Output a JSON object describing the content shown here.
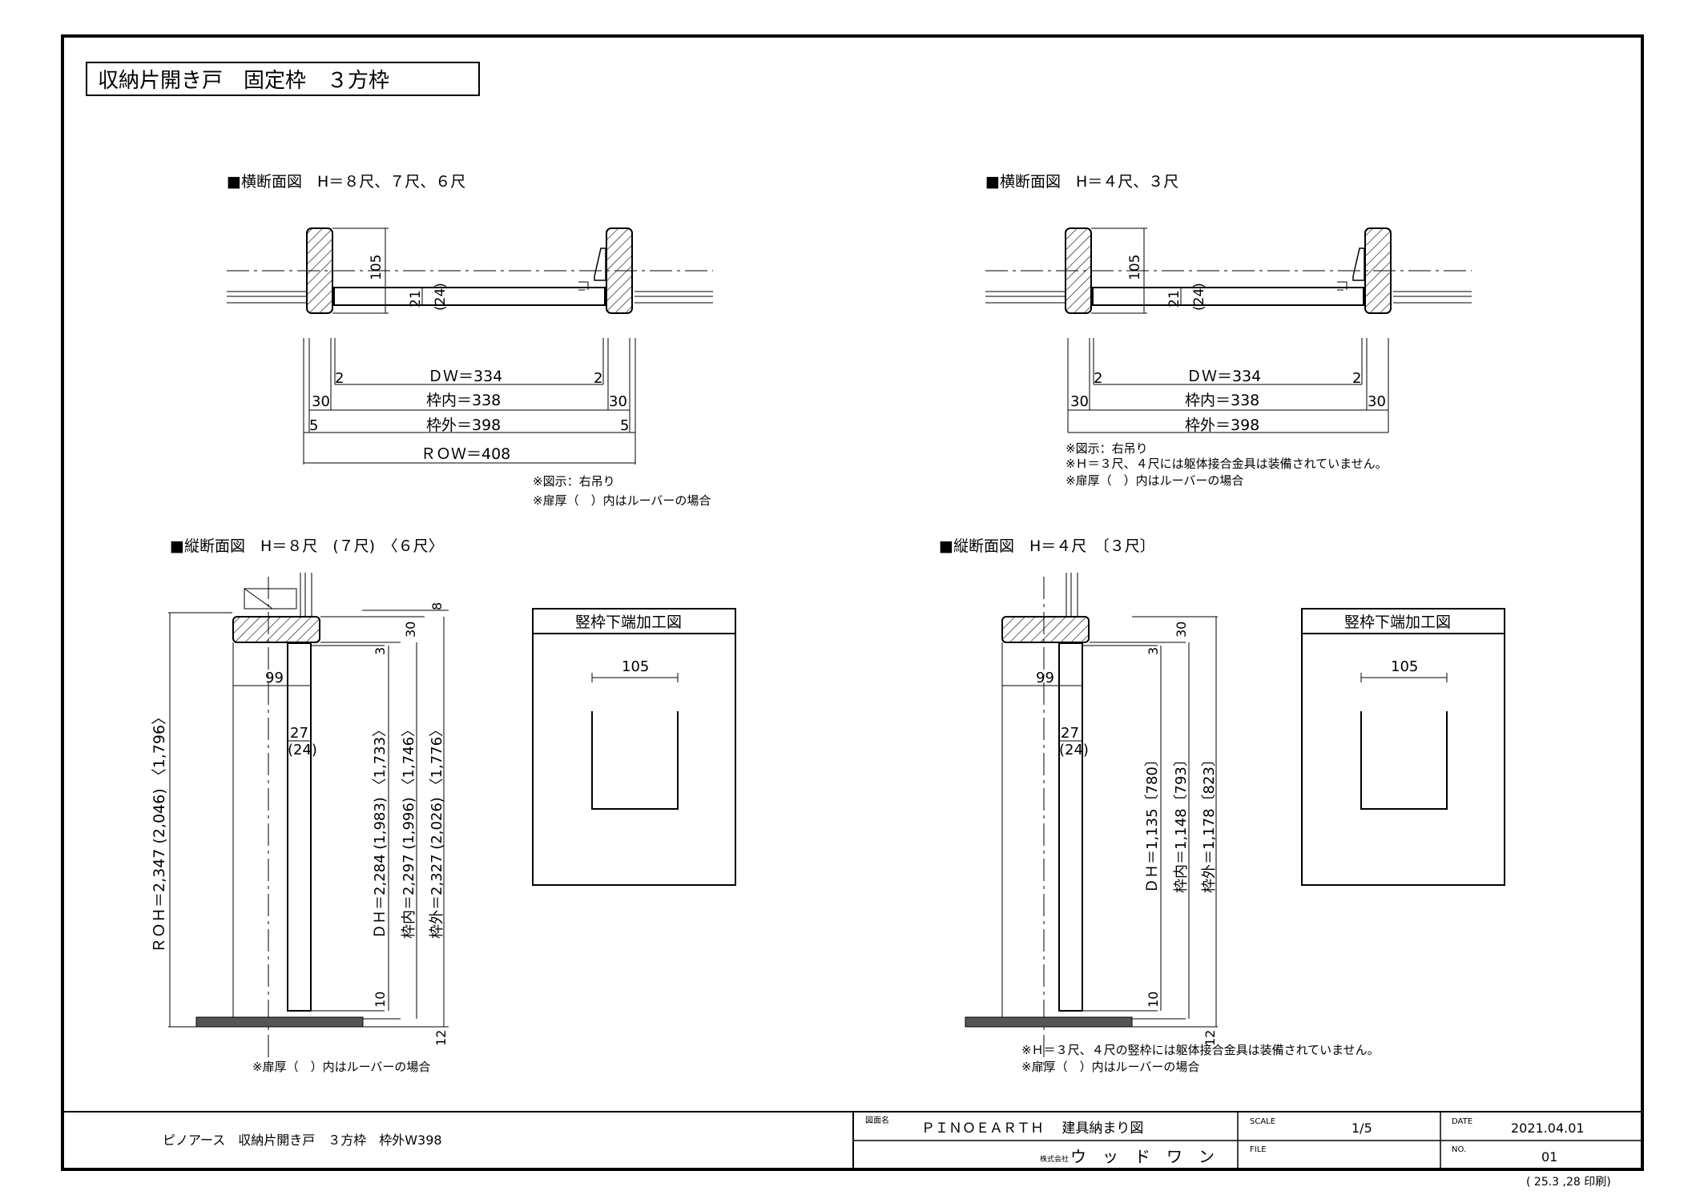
{
  "title": "収納片開き戸　固定枠　３方枠",
  "plan_a": {
    "heading": "■横断面図　H＝８尺、７尺、６尺",
    "dim_105": "105",
    "dim_21": "21",
    "dim_24": "(24)",
    "gap_l": "2",
    "gap_r": "2",
    "dw": "ＤＷ＝334",
    "jamb_l": "30",
    "jamb_r": "30",
    "frame_in": "枠内＝338",
    "edge_l": "5",
    "edge_r": "5",
    "frame_out": "枠外＝398",
    "row": "ＲＯＷ＝408",
    "note1": "※図示：右吊り",
    "note2": "※扉厚（　）内はルーバーの場合"
  },
  "plan_b": {
    "heading": "■横断面図　H＝４尺、３尺",
    "dim_105": "105",
    "dim_21": "21",
    "dim_24": "(24)",
    "gap_l": "2",
    "gap_r": "2",
    "dw": "ＤＷ＝334",
    "jamb_l": "30",
    "jamb_r": "30",
    "frame_in": "枠内＝338",
    "frame_out": "枠外＝398",
    "note1": "※図示：右吊り",
    "note2": "※Ｈ＝３尺、４尺には躯体接合金具は装備されていません。",
    "note3": "※扉厚（　）内はルーバーの場合"
  },
  "sect_a": {
    "heading": "■縦断面図　H＝８尺　(７尺)　〈６尺〉",
    "dim_99": "99",
    "dim_27": "27",
    "dim_24": "(24)",
    "dim_8": "8",
    "dim_30": "30",
    "dim_3": "3",
    "dim_10": "10",
    "dim_12": "12",
    "roh": "ＲＯＨ＝2,347 (2,046) 〈1,796〉",
    "dh": "ＤＨ＝2,284 (1,983) 〈1,733〉",
    "frame_in": "枠内＝2,297 (1,996) 〈1,746〉",
    "frame_out": "枠外＝2,327 (2,026) 〈1,776〉",
    "note": "※扉厚（　）内はルーバーの場合"
  },
  "sect_b": {
    "heading": "■縦断面図　H＝４尺　〔３尺〕",
    "dim_99": "99",
    "dim_27": "27",
    "dim_24": "(24)",
    "dim_30": "30",
    "dim_3": "3",
    "dim_10": "10",
    "dim_12": "12",
    "dh": "ＤＨ＝1,135〔780〕",
    "frame_in": "枠内＝1,148〔793〕",
    "frame_out": "枠外＝1,178〔823〕",
    "note1": "※Ｈ＝３尺、４尺の竪枠には躯体接合金具は装備されていません。",
    "note2": "※扉厚（　）内はルーバーの場合"
  },
  "detail_a": {
    "title": "竪枠下端加工図",
    "dim": "105"
  },
  "detail_b": {
    "title": "竪枠下端加工図",
    "dim": "105"
  },
  "footer": {
    "product": "ピノアース　収納片開き戸　３方枠　枠外W398",
    "drawing_label": "図面名",
    "drawing_name": "ＰＩＮＯＥＡＲＴＨ　 建具納まり図",
    "company_prefix": "株式会社",
    "company": "ウ　ッ　ド　ワ　ン",
    "scale_label": "SCALE",
    "scale": "1/5",
    "file_label": "FILE",
    "date_label": "DATE",
    "date": "2021.04.01",
    "no_label": "NO.",
    "no": "01",
    "print": "( 25.3 ,28 印刷)"
  }
}
